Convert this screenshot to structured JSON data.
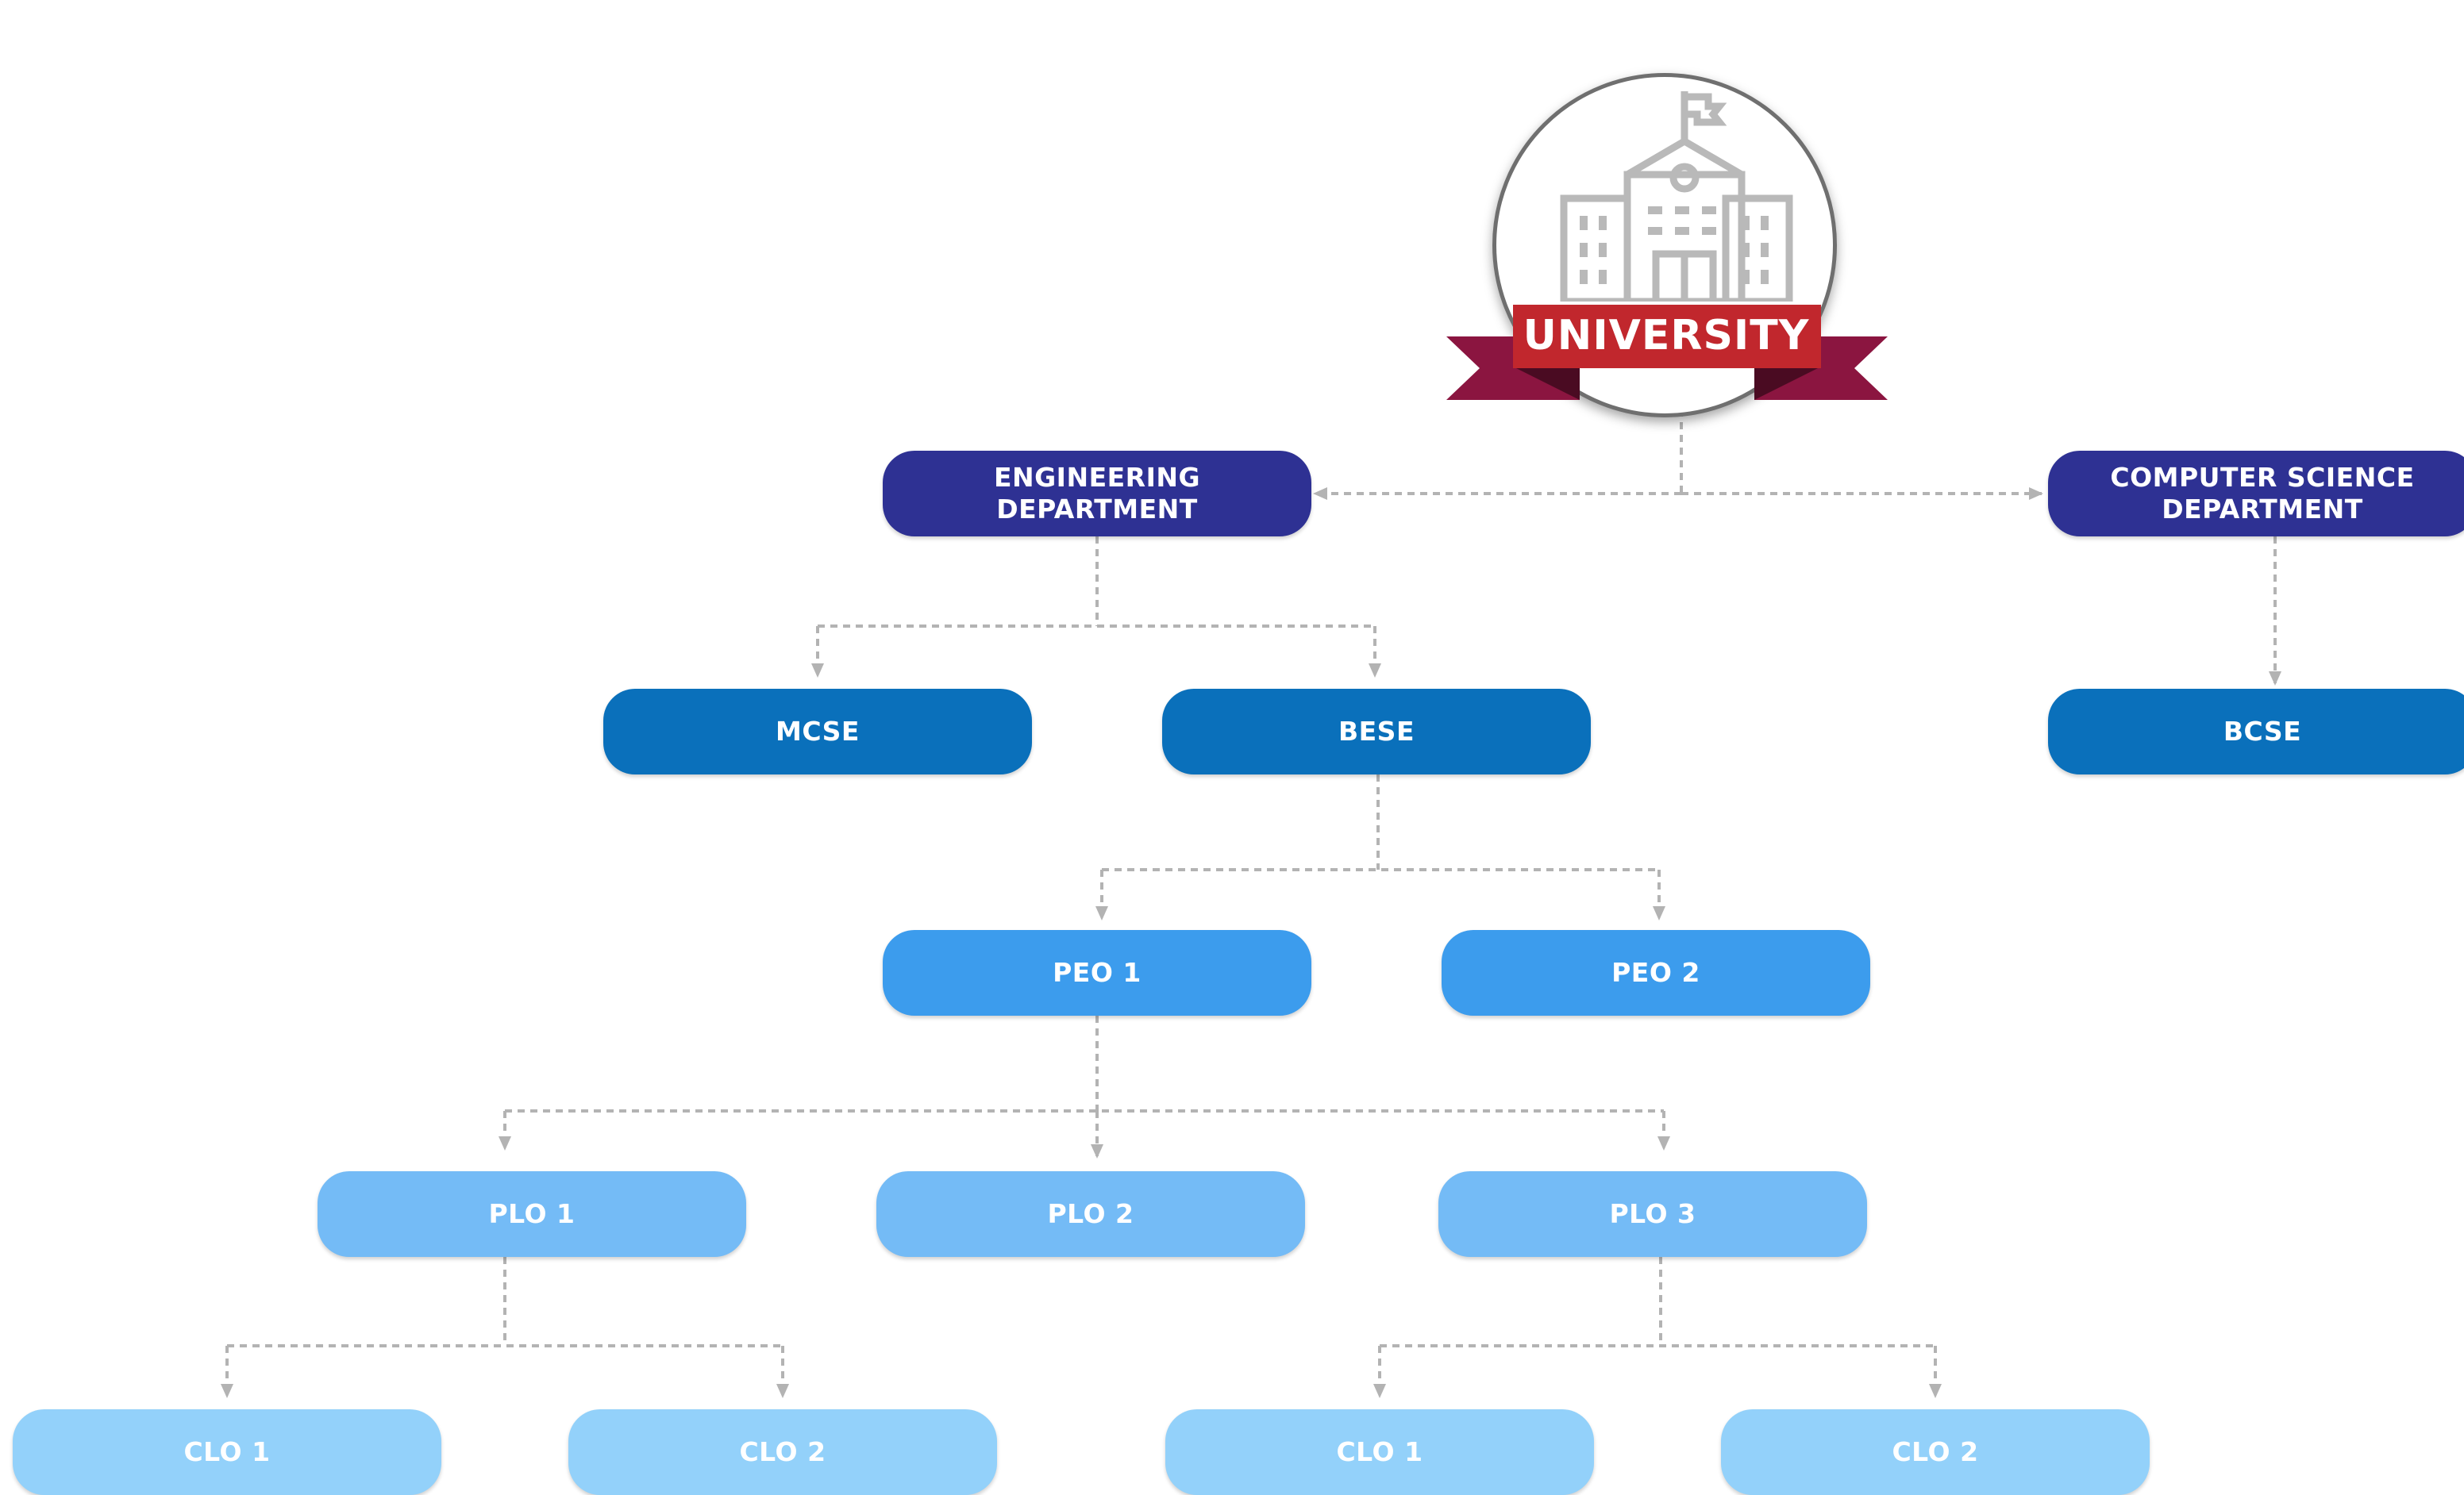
{
  "university": {
    "label": "UNIVERSITY",
    "icon": "university-building-icon"
  },
  "colors": {
    "department": "#2e3193",
    "program": "#0a70bb",
    "peo": "#3c9ced",
    "plo": "#74bbf6",
    "clo": "#93d1fa",
    "ribbon_red": "#c1272d",
    "ribbon_maroon": "#8b1540",
    "connector": "#b3b3b3",
    "icon_gray": "#b9b9b9"
  },
  "departments": {
    "engineering": {
      "line1": "ENGINEERING",
      "line2": "DEPARTMENT"
    },
    "computer_science": {
      "line1": "COMPUTER SCIENCE",
      "line2": "DEPARTMENT"
    }
  },
  "programs": {
    "mcse": "MCSE",
    "bese": "BESE",
    "bcse": "BCSE"
  },
  "peos": {
    "peo1": "PEO 1",
    "peo2": "PEO 2"
  },
  "plos": {
    "plo1": "PLO 1",
    "plo2": "PLO 2",
    "plo3": "PLO 3"
  },
  "clos": {
    "plo1_clo1": "CLO 1",
    "plo1_clo2": "CLO 2",
    "plo3_clo1": "CLO 1",
    "plo3_clo2": "CLO 2"
  }
}
